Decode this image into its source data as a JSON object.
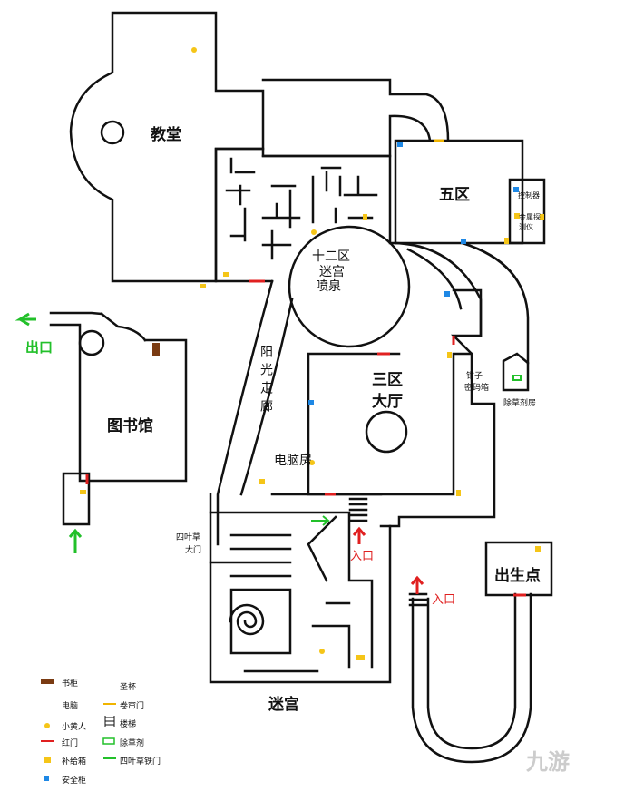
{
  "rooms": {
    "church": "教堂",
    "zone5": "五区",
    "controller": "控制器",
    "metal_detector": "金属探测仪",
    "zone12": [
      "十二区",
      "迷宫",
      "喷泉"
    ],
    "sunny_corridor": "阳光走廊",
    "library": "图书馆",
    "exit": "出口",
    "hall3": [
      "三区",
      "大厅"
    ],
    "pliers_box": [
      "钳子",
      "密码箱"
    ],
    "herbicide_room": "除草剂房",
    "computer_room": "电脑房",
    "clover_gate": [
      "四叶草",
      "大门"
    ],
    "entrance": "入口",
    "spawn": "出生点",
    "maze": "迷宫"
  },
  "legend": [
    {
      "icon": "bookshelf",
      "label": "书柜"
    },
    {
      "icon": "computer",
      "label": "电脑"
    },
    {
      "icon": "little-yellow-man",
      "label": "小黄人"
    },
    {
      "icon": "red-door",
      "label": "红门"
    },
    {
      "icon": "supply-box",
      "label": "补给箱"
    },
    {
      "icon": "safe",
      "label": "安全柜"
    },
    {
      "icon": "holy-grail",
      "label": "圣杯"
    },
    {
      "icon": "rolling-door",
      "label": "卷帘门"
    },
    {
      "icon": "stairs",
      "label": "楼梯"
    },
    {
      "icon": "herbicide",
      "label": "除草剂"
    },
    {
      "icon": "clover-iron-door",
      "label": "四叶草铁门"
    }
  ],
  "watermark": "九游",
  "colors": {
    "wall": "#111111",
    "red_door": "#e02020",
    "supply": "#f5c518",
    "safe": "#1e88e5",
    "rolling_door": "#f0b400",
    "green": "#22c02a",
    "bookshelf": "#7a3b12"
  }
}
